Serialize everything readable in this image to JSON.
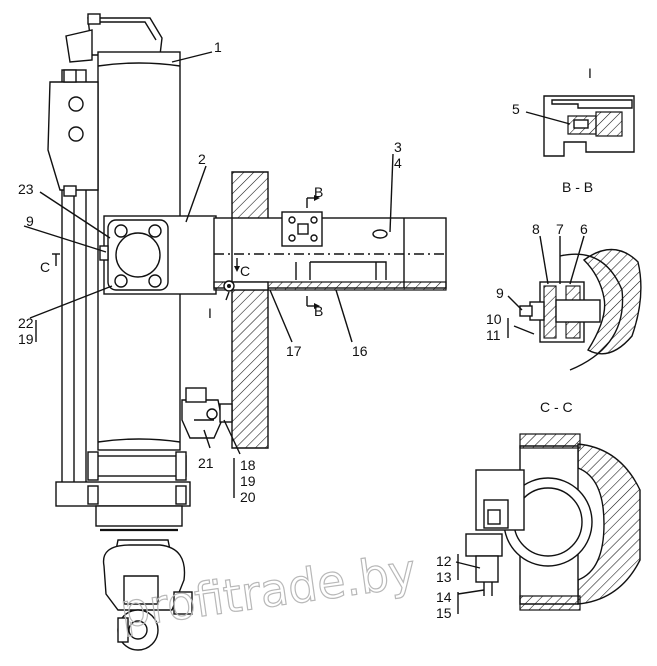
{
  "sections": {
    "detail_I": "I",
    "section_BB": "B - B",
    "section_CC": "C - C"
  },
  "markers": {
    "b_top": "B",
    "b_bottom": "B",
    "c_right": "C",
    "c_left": "C",
    "i_mark": "I"
  },
  "callouts": {
    "n1": "1",
    "n2": "2",
    "n3": "3",
    "n4": "4",
    "n5": "5",
    "n6": "6",
    "n7": "7",
    "n8": "8",
    "n9a": "9",
    "n9b": "9",
    "n10": "10",
    "n11": "11",
    "n12": "12",
    "n13": "13",
    "n14": "14",
    "n15": "15",
    "n16": "16",
    "n17": "17",
    "n18": "18",
    "n19a": "19",
    "n19b": "19",
    "n20": "20",
    "n21": "21",
    "n22": "22",
    "n23": "23"
  },
  "watermark": "profitrade.by"
}
